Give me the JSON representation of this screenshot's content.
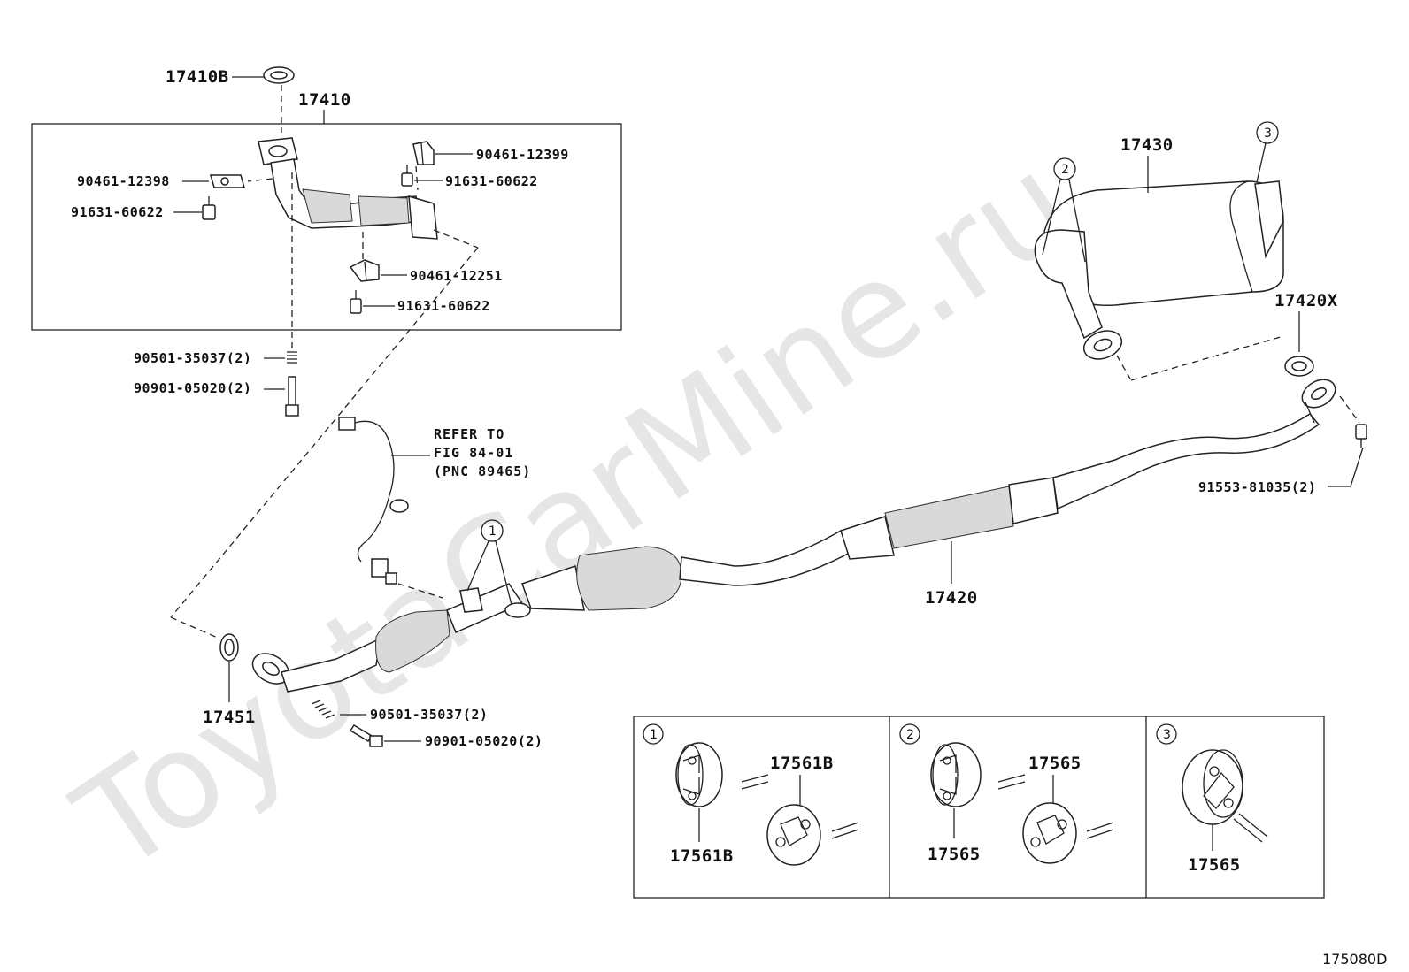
{
  "watermark": "ToyotaCarMine.ru",
  "figure_id": "175080D",
  "refer_note": [
    "REFER TO",
    "FIG 84-01",
    "(PNC 89465)"
  ],
  "parts": {
    "gasket_top": "17410B",
    "front_pipe": "17410",
    "clamp_upper_right": "90461-12399",
    "bolt_upper_right": "91631-60622",
    "clamp_left": "90461-12398",
    "bolt_left": "91631-60622",
    "clamp_lower": "90461-12251",
    "bolt_lower": "91631-60622",
    "spring_upper": "90501-35037(2)",
    "bolt_stud_upper": "90901-05020(2)",
    "gasket_front": "17451",
    "spring_lower": "90501-35037(2)",
    "bolt_stud_lower": "90901-05020(2)",
    "center_pipe": "17420",
    "tail_muffler": "17430",
    "gasket_rear": "17420X",
    "bolt_rear": "91553-81035(2)"
  },
  "callouts": [
    "1",
    "2",
    "3"
  ],
  "hanger_table": [
    {
      "callout": "1",
      "labels": [
        "17561B",
        "17561B"
      ]
    },
    {
      "callout": "2",
      "labels": [
        "17565",
        "17565"
      ]
    },
    {
      "callout": "3",
      "labels": [
        "17565"
      ]
    }
  ]
}
